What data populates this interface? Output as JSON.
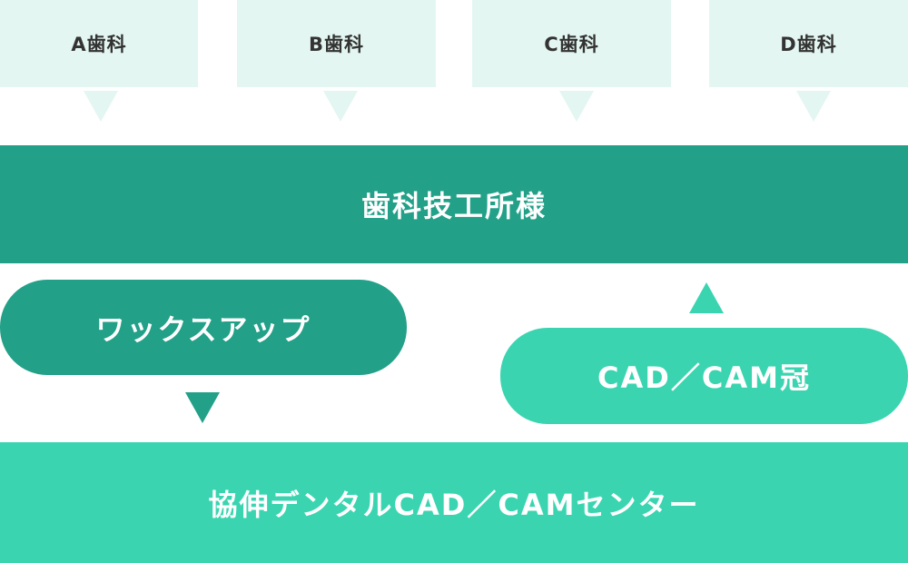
{
  "clinics": [
    {
      "label": "A歯科"
    },
    {
      "label": "B歯科"
    },
    {
      "label": "C歯科"
    },
    {
      "label": "D歯科"
    }
  ],
  "dental_lab": {
    "label": "歯科技工所様"
  },
  "wax_up": {
    "label": "ワックスアップ"
  },
  "cad_cam_crown": {
    "label": "CAD／CAM冠"
  },
  "center": {
    "label": "協伸デンタルCAD／CAMセンター"
  },
  "colors": {
    "clinic_bg": "#e3f6f1",
    "dark_green": "#22a088",
    "mint_green": "#3ad5b0"
  }
}
